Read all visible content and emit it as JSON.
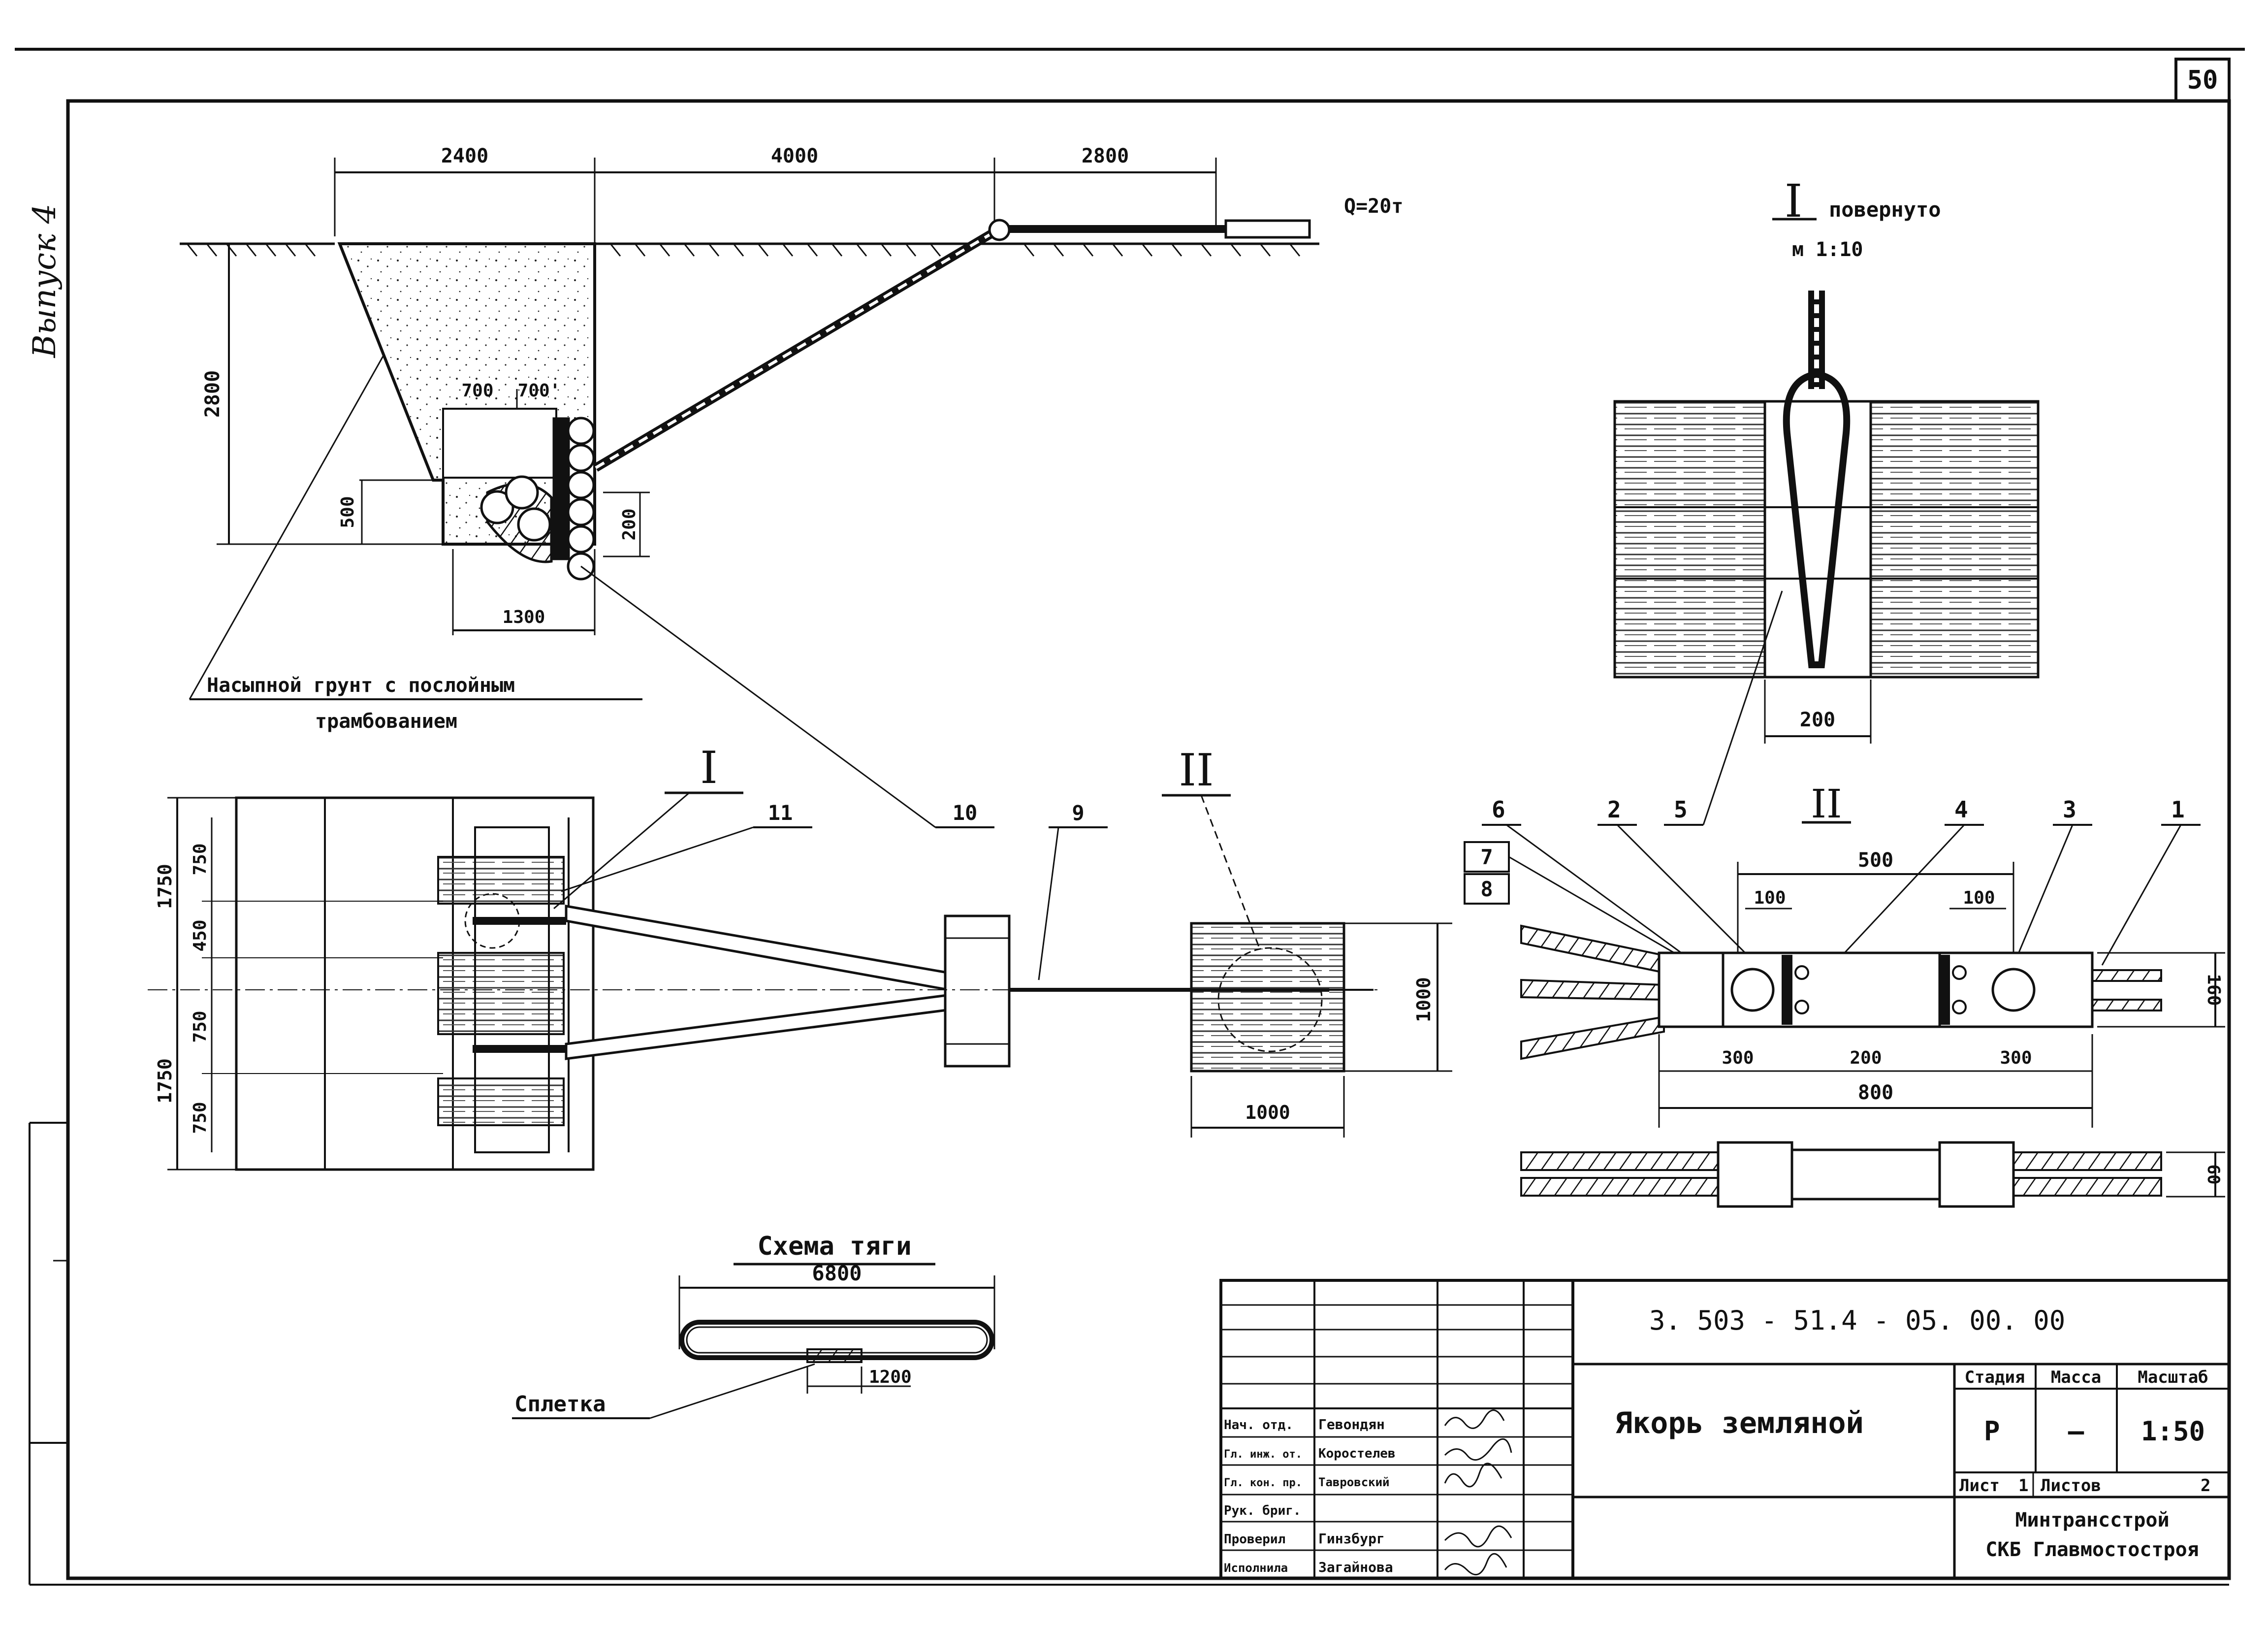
{
  "sheet": {
    "sheet_number": "50",
    "series_label": "Выпуск 4"
  },
  "elevation": {
    "dims_top": [
      "2400",
      "4000",
      "2800"
    ],
    "load": "Q=20т",
    "depth": "2800",
    "offset_a": "700",
    "offset_b": "700'",
    "pit_step": "500",
    "log_step": "200",
    "pit_bottom": "1300",
    "fill_note_line1": "Насыпной грунт с послойным",
    "fill_note_line2": "трамбованием"
  },
  "plan": {
    "total_left_top": "1750",
    "total_left_bottom": "1750",
    "rows": [
      "750",
      "450",
      "750",
      "750"
    ],
    "plate_size_h": "1000",
    "plate_size_w": "1000"
  },
  "callouts": {
    "section_I": "I",
    "section_II": "II",
    "part_11": "11",
    "part_10": "10",
    "part_9": "9"
  },
  "detail_I": {
    "title_numeral": "I",
    "title_word": "повернуто",
    "scale": "м 1:10",
    "width": "200"
  },
  "detail_II": {
    "title": "II",
    "parts_top": [
      "6",
      "2",
      "5",
      "4",
      "3",
      "1"
    ],
    "parts_side": [
      "7",
      "8"
    ],
    "dim_500": "500",
    "dim_100_left": "100",
    "dim_100_right": "100",
    "dim_300_left": "300",
    "dim_200": "200",
    "dim_300_right": "300",
    "dim_800": "800",
    "dim_160": "160",
    "dim_60": "60"
  },
  "scheme": {
    "title": "Схема тяги",
    "length": "6800",
    "splice_length": "1200",
    "splice_label": "Сплетка"
  },
  "title_block": {
    "doc_code": "3. 503 - 51.4 - 05. 00. 00",
    "drawing_title": "Якорь земляной",
    "col_stage": "Стадия",
    "col_mass": "Масса",
    "col_scale": "Масштаб",
    "stage": "Р",
    "mass": "—",
    "scale": "1:50",
    "sheet_label": "Лист",
    "sheet_no": "1",
    "sheets_label": "Листов",
    "sheets_total": "2",
    "org_line1": "Минтрансстрой",
    "org_line2": "СКБ Главмостостроя",
    "staff": [
      {
        "role": "Нач. отд.",
        "name": "Гевондян"
      },
      {
        "role": "Гл. инж. от.",
        "name": "Коростелев"
      },
      {
        "role": "Гл. кон. пр.",
        "name": "Тавровский"
      },
      {
        "role": "Рук. бриг.",
        "name": ""
      },
      {
        "role": "Проверил",
        "name": "Гинзбург"
      },
      {
        "role": "Исполнила",
        "name": "Загайнова"
      }
    ]
  }
}
